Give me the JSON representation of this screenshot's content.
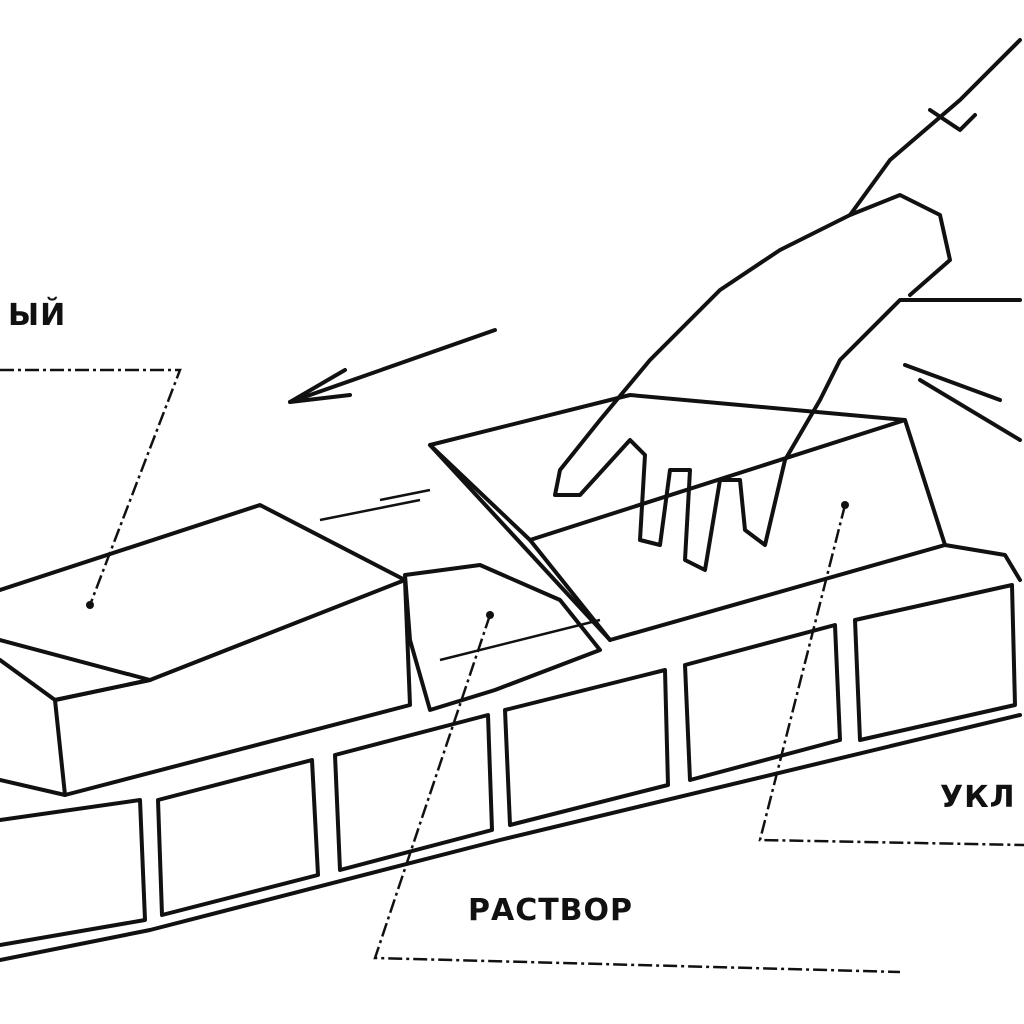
{
  "labels": {
    "brick_label": "ЫЙ",
    "mortar_label": "РАСТВОР",
    "slope_label": "УКЛ"
  }
}
